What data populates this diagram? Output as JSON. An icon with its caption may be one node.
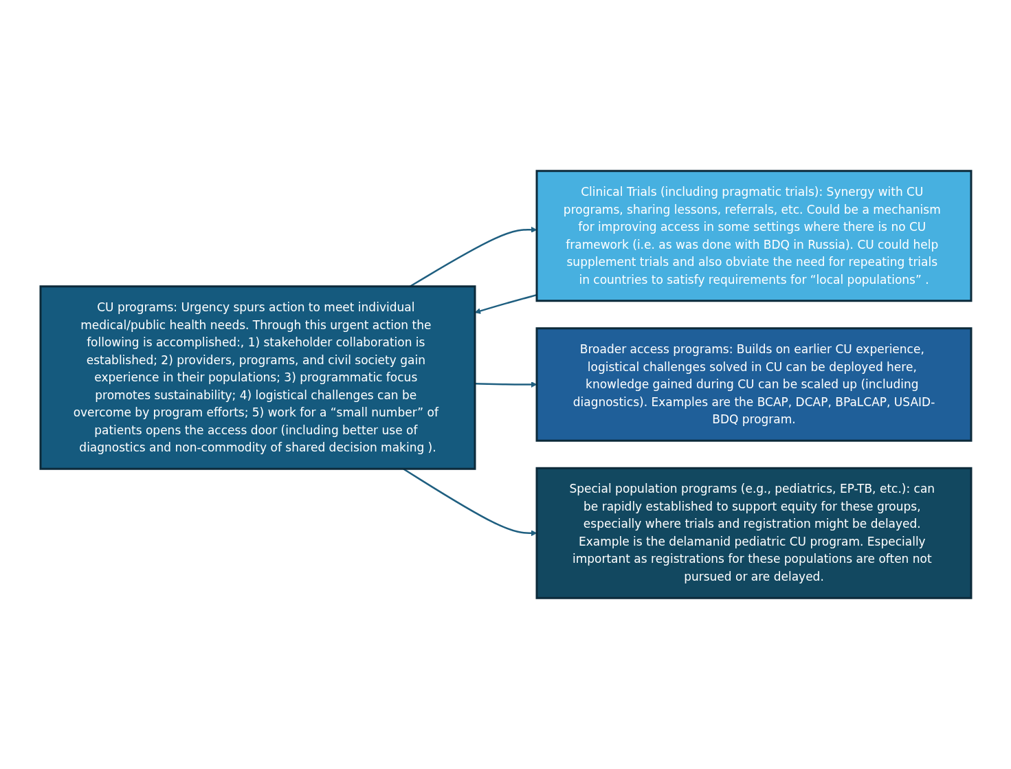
{
  "diagram": {
    "nodes": [
      {
        "text": [
          "CU programs: Urgency spurs action to meet individual medical/public health needs. Through this urgent action the following is accomplished:, 1) stakeholder collaboration is established; 2) providers, programs, and civil society gain experience in their populations; 3) programmatic focus promotes sustainability; 4) logistical challenges can be overcome by program efforts; 5) work for a “small number” of patients opens the access door (including better use of diagnostics and non-commodity of shared decision making )."
        ]
      },
      {
        "text": [
          "Clinical Trials (including pragmatic trials): Synergy with CU programs, sharing lessons, referrals, etc. Could be a mechanism for improving access in some settings where there is no CU framework (i.e. as was done with BDQ in Russia). CU could help supplement trials and also obviate the need for repeating trials in countries to satisfy requirements for “local populations” ."
        ]
      },
      {
        "text": [
          "Broader access programs: Builds on earlier CU experience, logistical challenges solved in CU can be deployed here, knowledge gained during CU can be scaled up (including diagnostics). Examples are the BCAP, DCAP, BPaLCAP, USAID-BDQ program."
        ]
      },
      {
        "text": [
          "Special population programs (e.g., pediatrics, EP-TB, etc.): can be rapidly established to support equity for these groups, especially where trials and registration might be delayed. Example is the delamanid pediatric CU program. Especially important as registrations for these populations are often not pursued or are delayed."
        ]
      }
    ],
    "edges": [
      {
        "from": 1,
        "to": 0,
        "arrow": "to"
      },
      {
        "from": 0,
        "to": 1,
        "arrow": "to"
      },
      {
        "from": 0,
        "to": 2,
        "arrow": "to"
      },
      {
        "from": 0,
        "to": 3,
        "arrow": "to"
      }
    ]
  }
}
